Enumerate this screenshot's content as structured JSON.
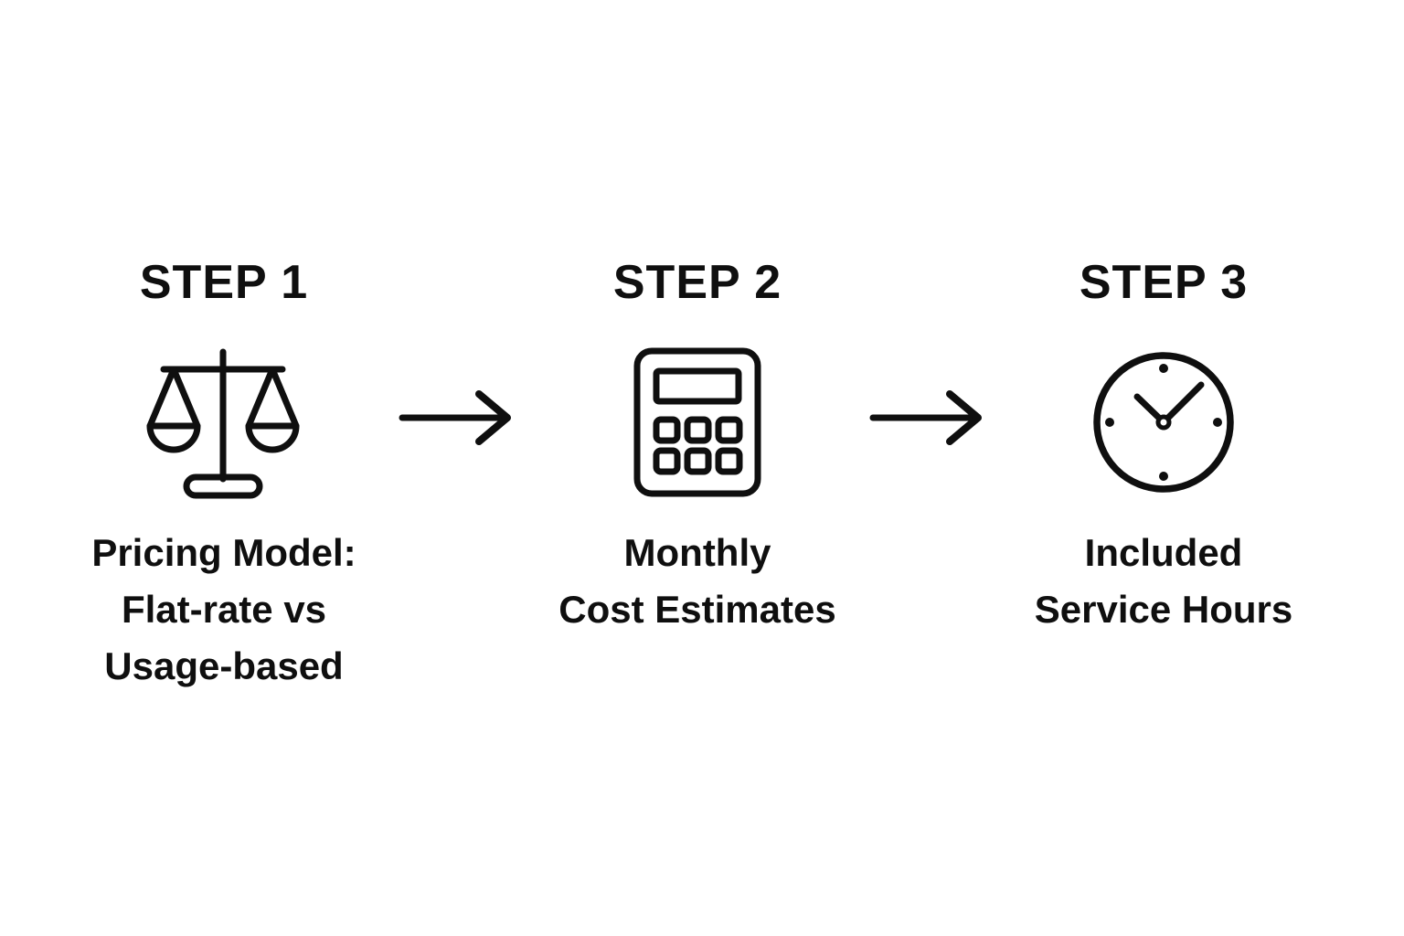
{
  "diagram": {
    "background_color": "#ffffff",
    "ink_color": "#0f0f0f",
    "steps": [
      {
        "title": "STEP 1",
        "icon": "balance-scale-icon",
        "caption_lines": [
          "Pricing Model:",
          "Flat-rate vs",
          "Usage-based"
        ]
      },
      {
        "title": "STEP 2",
        "icon": "calculator-icon",
        "caption_lines": [
          "Monthly",
          "Cost Estimates"
        ]
      },
      {
        "title": "STEP 3",
        "icon": "clock-icon",
        "caption_lines": [
          "Included",
          "Service Hours"
        ]
      }
    ],
    "connectors": [
      {
        "type": "arrow-right"
      },
      {
        "type": "arrow-right"
      }
    ]
  }
}
